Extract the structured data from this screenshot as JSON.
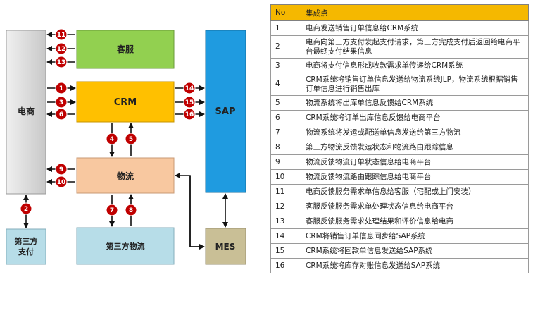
{
  "diagram": {
    "nodes": {
      "ecommerce": "电商",
      "customer_service": "客服",
      "crm": "CRM",
      "sap": "SAP",
      "logistics": "物流",
      "third_party_payment": "第三方\n支付",
      "third_party_logistics": "第三方物流",
      "mes": "MES"
    },
    "badges": [
      "1",
      "2",
      "3",
      "4",
      "5",
      "6",
      "7",
      "8",
      "9",
      "10",
      "11",
      "12",
      "13",
      "14",
      "15",
      "16"
    ],
    "colors": {
      "ecommerce": "#d9d9d9",
      "customer_service": "#92d050",
      "crm": "#ffc000",
      "sap": "#1f9be0",
      "logistics": "#f8c8a0",
      "third_party": "#b7dde8",
      "mes": "#c9bf96",
      "badge": "#c00000"
    }
  },
  "table": {
    "headers": [
      "No",
      "集成点"
    ],
    "rows": [
      {
        "no": "1",
        "text": "电商发送销售订单信息给CRM系统"
      },
      {
        "no": "2",
        "text": "电商向第三方支付发起支付请求，第三方完成支付后返回给电商平台最终支付结果信息"
      },
      {
        "no": "3",
        "text": "电商将支付信息形成收款需求单传递给CRM系统"
      },
      {
        "no": "4",
        "text": "CRM系统将销售订单信息发送给物流系统JLP，物流系统根据销售订单信息进行销售出库"
      },
      {
        "no": "5",
        "text": "物流系统将出库单信息反馈给CRM系统"
      },
      {
        "no": "6",
        "text": "CRM系统将订单出库信息反馈给电商平台"
      },
      {
        "no": "7",
        "text": "物流系统将发运或配送单信息发送给第三方物流"
      },
      {
        "no": "8",
        "text": "第三方物流反馈发运状态和物流路由跟踪信息"
      },
      {
        "no": "9",
        "text": "物流反馈物流订单状态信息给电商平台"
      },
      {
        "no": "10",
        "text": "物流反馈物流路由跟踪信息给电商平台"
      },
      {
        "no": "11",
        "text": "电商反馈服务需求单信息给客服（宅配或上门安装）"
      },
      {
        "no": "12",
        "text": "客服反馈服务需求单处理状态信息给电商平台"
      },
      {
        "no": "13",
        "text": "客服反馈服务需求处理结果和评价信息给电商"
      },
      {
        "no": "14",
        "text": "CRM将销售订单信息同步给SAP系统"
      },
      {
        "no": "15",
        "text": "CRM系统将回款单信息发送给SAP系统"
      },
      {
        "no": "16",
        "text": "CRM系统将库存对账信息发送给SAP系统"
      }
    ]
  }
}
